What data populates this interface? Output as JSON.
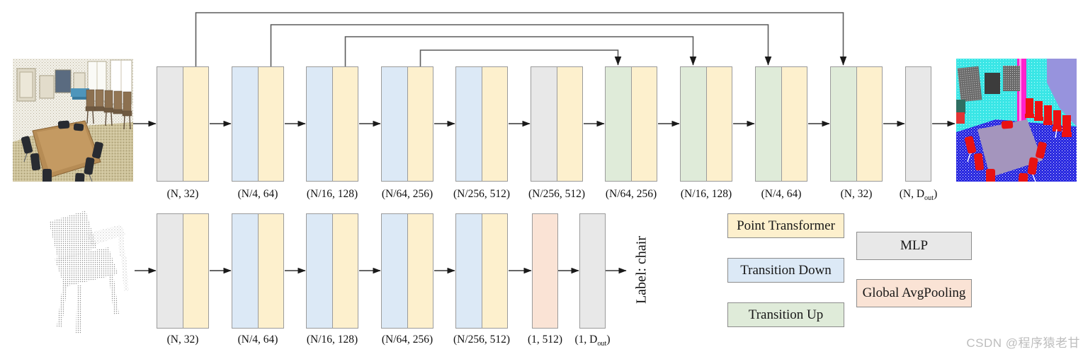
{
  "colors": {
    "point_transformer": "#fdf0cd",
    "transition_down": "#dce9f6",
    "transition_up": "#dfebd9",
    "mlp": "#e8e8e8",
    "global_avgpooling": "#fae3d5",
    "block_border": "#9b9b9b",
    "arrow": "#333333",
    "skip_line": "#5c5c5c"
  },
  "legend": {
    "items": [
      {
        "label": "Point Transformer",
        "color_key": "point_transformer"
      },
      {
        "label": "Transition Down",
        "color_key": "transition_down"
      },
      {
        "label": "Transition Up",
        "color_key": "transition_up"
      },
      {
        "label": "MLP",
        "color_key": "mlp"
      },
      {
        "label": "Global AvgPooling",
        "color_key": "global_avgpooling"
      }
    ]
  },
  "segmentation_branch": {
    "blocks": [
      {
        "columns": [
          "mlp",
          "point_transformer"
        ],
        "label": {
          "pre": "(N, 32)",
          "sub": "",
          "post": ""
        }
      },
      {
        "columns": [
          "transition_down",
          "point_transformer"
        ],
        "label": {
          "pre": "(N/4, 64)",
          "sub": "",
          "post": ""
        }
      },
      {
        "columns": [
          "transition_down",
          "point_transformer"
        ],
        "label": {
          "pre": "(N/16, 128)",
          "sub": "",
          "post": ""
        }
      },
      {
        "columns": [
          "transition_down",
          "point_transformer"
        ],
        "label": {
          "pre": "(N/64, 256)",
          "sub": "",
          "post": ""
        }
      },
      {
        "columns": [
          "transition_down",
          "point_transformer"
        ],
        "label": {
          "pre": "(N/256, 512)",
          "sub": "",
          "post": ""
        }
      },
      {
        "columns": [
          "mlp",
          "point_transformer"
        ],
        "label": {
          "pre": "(N/256, 512)",
          "sub": "",
          "post": ""
        }
      },
      {
        "columns": [
          "transition_up",
          "point_transformer"
        ],
        "label": {
          "pre": "(N/64, 256)",
          "sub": "",
          "post": ""
        }
      },
      {
        "columns": [
          "transition_up",
          "point_transformer"
        ],
        "label": {
          "pre": "(N/16, 128)",
          "sub": "",
          "post": ""
        }
      },
      {
        "columns": [
          "transition_up",
          "point_transformer"
        ],
        "label": {
          "pre": "(N/4, 64)",
          "sub": "",
          "post": ""
        }
      },
      {
        "columns": [
          "transition_up",
          "point_transformer"
        ],
        "label": {
          "pre": "(N, 32)",
          "sub": "",
          "post": ""
        }
      },
      {
        "columns": [
          "mlp"
        ],
        "label": {
          "pre": "(N, D",
          "sub": "out",
          "post": ")"
        }
      }
    ]
  },
  "classification_branch": {
    "blocks": [
      {
        "columns": [
          "mlp",
          "point_transformer"
        ],
        "label": {
          "pre": "(N, 32)",
          "sub": "",
          "post": ""
        }
      },
      {
        "columns": [
          "transition_down",
          "point_transformer"
        ],
        "label": {
          "pre": "(N/4, 64)",
          "sub": "",
          "post": ""
        }
      },
      {
        "columns": [
          "transition_down",
          "point_transformer"
        ],
        "label": {
          "pre": "(N/16, 128)",
          "sub": "",
          "post": ""
        }
      },
      {
        "columns": [
          "transition_down",
          "point_transformer"
        ],
        "label": {
          "pre": "(N/64, 256)",
          "sub": "",
          "post": ""
        }
      },
      {
        "columns": [
          "transition_down",
          "point_transformer"
        ],
        "label": {
          "pre": "(N/256, 512)",
          "sub": "",
          "post": ""
        }
      },
      {
        "columns": [
          "global_avgpooling"
        ],
        "label": {
          "pre": "(1, 512)",
          "sub": "",
          "post": ""
        }
      },
      {
        "columns": [
          "mlp"
        ],
        "label": {
          "pre": "(1, D",
          "sub": "out",
          "post": ")"
        }
      }
    ],
    "output_label": "Label: chair"
  },
  "watermark": "CSDN @程序猿老甘"
}
